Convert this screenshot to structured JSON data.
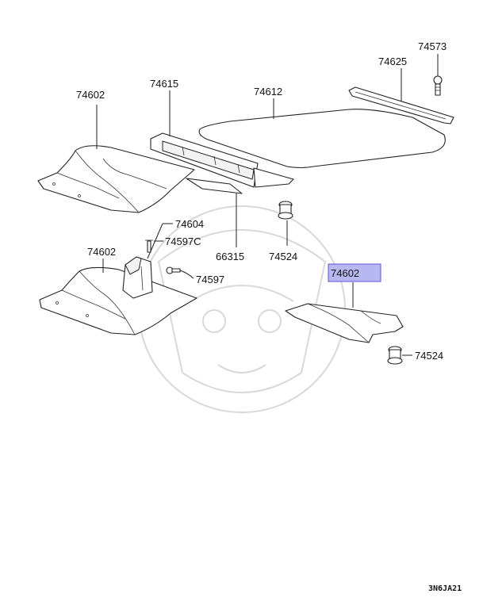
{
  "callouts": {
    "p74602_a": "74602",
    "p74615": "74615",
    "p74612": "74612",
    "p74625": "74625",
    "p74573": "74573",
    "p74604": "74604",
    "p74597c": "74597C",
    "p74602_b": "74602",
    "p74597": "74597",
    "p66315": "66315",
    "p74524_a": "74524",
    "p74602_c": "74602",
    "p74524_b": "74524"
  },
  "diagram_code": "3N6JA21",
  "highlight_color": "#b7b7f2"
}
